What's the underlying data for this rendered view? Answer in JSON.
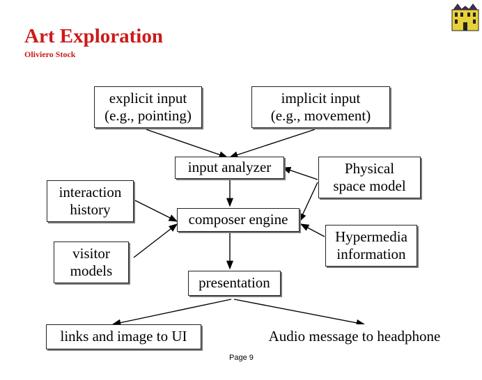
{
  "header": {
    "title": "Art Exploration",
    "author": "Oliviero Stock"
  },
  "nodes": {
    "explicit_input": [
      "explicit input",
      "(e.g., pointing)"
    ],
    "implicit_input": [
      "implicit input",
      "(e.g., movement)"
    ],
    "input_analyzer": "input analyzer",
    "physical_space_model": [
      "Physical",
      "space model"
    ],
    "interaction_history": [
      "interaction",
      "history"
    ],
    "composer_engine": "composer engine",
    "hypermedia_information": [
      "Hypermedia",
      "information"
    ],
    "visitor_models": [
      "visitor",
      "models"
    ],
    "presentation": "presentation",
    "links_and_image": "links and image to UI",
    "audio_message": "Audio message to headphone"
  },
  "footer": {
    "page": "Page 9"
  },
  "colors": {
    "title": "#cc1a1a",
    "border": "#222222",
    "arrow": "#000000"
  },
  "icons": {
    "logo": "castle-building-icon"
  }
}
